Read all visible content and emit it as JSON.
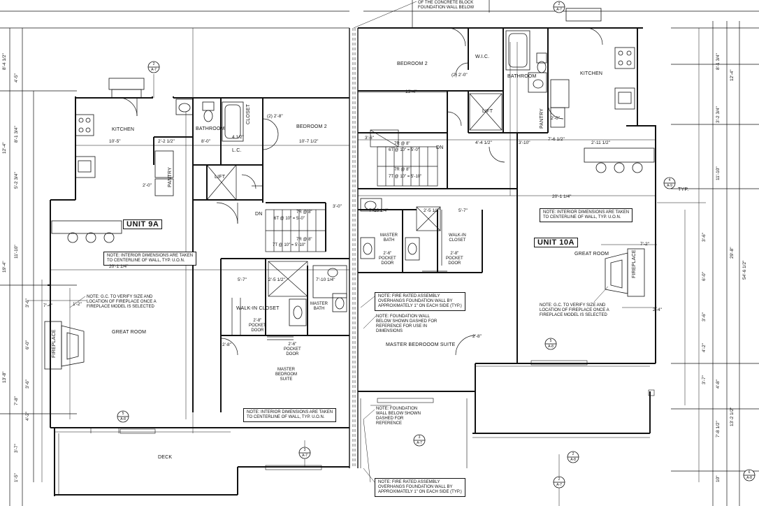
{
  "top_note": "OF THE CONCRETE BLOCK\nFOUNDATION WALL BELOW",
  "unit_left": {
    "tag": "UNIT 9A",
    "rooms": {
      "kitchen": "KITCHEN",
      "bathroom": "BATHROOM",
      "bedroom2": "BEDROOM 2",
      "closet": "CLOSET",
      "lc": "L.C.",
      "lift": "LIFT",
      "pantry": "PANTRY",
      "great_room": "GREAT ROOM",
      "fireplace": "FIREPLACE",
      "walkin": "WALK-IN CLOSET",
      "master_bath": "MASTER\nBATH",
      "master_suite": "MASTER\nBEDROOM\nSUITE",
      "deck": "DECK",
      "pocket1": "2'-8\"\nPOCKET\nDOOR",
      "pocket2": "2'-6\"\nPOCKET\nDOOR",
      "dn": "DN"
    },
    "note_interior": "NOTE: INTERIOR DIMENSIONS ARE TAKEN\nTO CENTERLINE OF WALL, TYP. U.O.N.",
    "note_fireplace": "NOTE: G.C. TO VERIFY SIZE AND\nLOCATION OF FIREPLACE ONCE A\nFIREPLACE MODEL IS SELECTED",
    "note_interior2": "NOTE: INTERIOR DIMENSIONS ARE TAKEN\nTO CENTERLINE OF WALL, TYP. U.O.N.",
    "stair1": "7R @ 8\"",
    "stair2": "6T @ 10\" = 5'-0\"",
    "stair3": "7R @ 8\"",
    "stair4": "7T @ 10\" = 5'-10\""
  },
  "unit_right": {
    "tag": "UNIT 10A",
    "rooms": {
      "kitchen": "KITCHEN",
      "bathroom": "BATHROOM",
      "bedroom2": "BEDROOM 2",
      "wic": "W.I.C.",
      "lift": "LIFT",
      "pantry": "PANTRY",
      "great_room": "GREAT ROOM",
      "fireplace": "FIREPLACE",
      "walkin": "WALK-IN\nCLOSET",
      "master_bath": "MASTER\nBATH",
      "master_suite": "MASTER BEDROOOM SUITE",
      "pocket1": "2'-6\"\nPOCKET\nDOOR",
      "pocket2": "2'-8\"\nPOCKET\nDOOR",
      "dn": "DN"
    },
    "note_interior": "NOTE: INTERIOR DIMENSIONS ARE TAKEN\nTO CENTERLINE OF WALL, TYP. U.O.N.",
    "note_fireplace": "NOTE: G.C. TO VERIFY SIZE AND\nLOCATION OF FIREPLACE ONCE A\nFIREPLACE MODEL IS SELECTED",
    "note_fire_rated": "NOTE: FIRE RATED ASSEMBLY\nOVERHANGS FOUNDATION WALL BY\nAPPROXIMATELY 1\" ON EACH SIDE (TYP.)",
    "note_foundation": "NOTE: FOUNDATION WALL\nBELOW SHOWN DASHED FOR\nREFERENCE FOR USE IN\nDIMENSIONS",
    "note_foundation2": "NOTE: FOUNDATION\nWALL BELOW SHOWN\nDASHED FOR\nREFERENCE",
    "note_fire_rated2": "NOTE: FIRE RATED ASSEMBLY\nOVERHANGS FOUNDATION WALL BY\nAPPROXIMATELY 1\" ON EACH SIDE (TYP.)",
    "stair1": "7R @ 8\"",
    "stair2": "6T @ 10\" = 5'-0\"",
    "stair3": "7R @ 8\"",
    "stair4": "7T @ 10\" = 5'-10\"",
    "typ": "TYP."
  },
  "dims_h": [
    "10'-5\"",
    "2'-2 1/2\"",
    "8'-0\"",
    "4 1/2\"",
    "10'-7 1/2\"",
    "20'-1 1/4\"",
    "(2) 2'-8\"",
    "2'-0\"",
    "3'-0\"",
    "5'-7\"",
    "2'-5 1/2\"",
    "7'-10 1/4\"",
    "2'-8\"",
    "13'-4\"",
    "(2) 2'-0\"",
    "3'-6\"",
    "4'-4 1/2\"",
    "3'-10\"",
    "7'-6 1/2\"",
    "2'-11 1/2\"",
    "20'-1 1/4\"",
    "7'-10 1/4\"",
    "2'-5 1/2\"",
    "5'-7\"",
    "2'-8\"",
    "2'-0\"",
    "7'-4\"",
    "7'-2\"",
    "1'-2\"",
    "2'-4\""
  ],
  "dims_v_left": [
    "8'-4 1/2\"",
    "12'-4\"",
    "19'-4\"",
    "13'-8\"",
    "4'-5\"",
    "5'-2 3/4\"",
    "8'-1 3/4\"",
    "11'-10\"",
    "3'-6\"",
    "6'-0\"",
    "3'-6\"",
    "4'-2\"",
    "7'-8\"",
    "3'-7\"",
    "1'-5\""
  ],
  "dims_v_right": [
    "8'-1 3/4\"",
    "12'-4\"",
    "11'-10\"",
    "29'-8\"",
    "54'-6 1/2\"",
    "3'-2 3/4\"",
    "3'-6\"",
    "6'-0\"",
    "3'-6\"",
    "4'-2\"",
    "4'-8\"",
    "13'-2 1/2\"",
    "7'-8 1/2\"",
    "3'-7\"",
    "10\""
  ],
  "section_markers": [
    {
      "n": "2",
      "s": "A-7"
    },
    {
      "n": "2",
      "s": "A-7"
    },
    {
      "n": "4",
      "s": "A-9"
    },
    {
      "n": "5",
      "s": "A-8"
    },
    {
      "n": "5",
      "s": "A-8"
    },
    {
      "n": "3",
      "s": "A-7"
    },
    {
      "n": "3",
      "s": "A-7"
    },
    {
      "n": "2",
      "s": "A-8"
    },
    {
      "n": "2",
      "s": "A-7"
    },
    {
      "n": "6",
      "s": "A-8"
    }
  ],
  "colors": {
    "line": "#111111",
    "background": "#ffffff"
  }
}
